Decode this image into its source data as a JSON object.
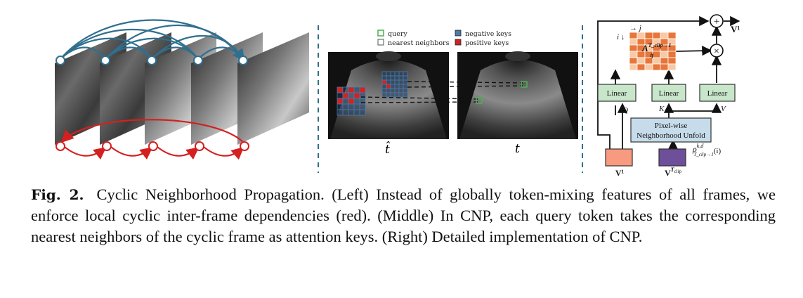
{
  "figure": {
    "legend": {
      "query": "query",
      "nearest_neighbors": "nearest neighbors",
      "negative_keys": "negative keys",
      "positive_keys": "positive keys"
    },
    "middle_labels": {
      "left_frame": "t̂",
      "right_frame": "t"
    },
    "right": {
      "linear_q": "Linear",
      "linear_k": "Linear",
      "linear_v": "Linear",
      "q_label": "Q",
      "k_label": "K",
      "v_label": "V",
      "unfold_line1": "Pixel-wise",
      "unfold_line2": "Neighborhood Unfold",
      "v1_bottom": "V¹",
      "v_tclip_bottom": "V",
      "v_tclip_sup": "T",
      "v_tclip_sub": "clip",
      "rho": "ρ",
      "rho_sup": "k,d",
      "rho_sub": "T_clip→1",
      "rho_arg": "(i)",
      "v1_out": "V¹",
      "i_arrow": "i ↓",
      "j_arrow": "→ j",
      "matrix_label": "A",
      "matrix_sup": "T_clip→1",
      "matrix_sub": "ij",
      "plus_symbol": "+",
      "times_symbol": "×"
    },
    "colors": {
      "blue": "#2f6f8f",
      "red": "#d42020",
      "linear_fill": "#c8e6c9",
      "unfold_fill": "#c6dcea",
      "v1_fill": "#f79a80",
      "vt_fill": "#6e4f9a",
      "matrix_dark": "#e8763a",
      "matrix_light": "#f8c9a4"
    }
  },
  "caption": {
    "label": "Fig. 2.",
    "text": "Cyclic Neighborhood Propagation. (Left) Instead of globally token-mixing features of all frames, we enforce local cyclic inter-frame dependencies (red). (Middle) In CNP, each query token takes the corresponding nearest neighbors of the cyclic frame as attention keys. (Right) Detailed implementation of CNP."
  }
}
